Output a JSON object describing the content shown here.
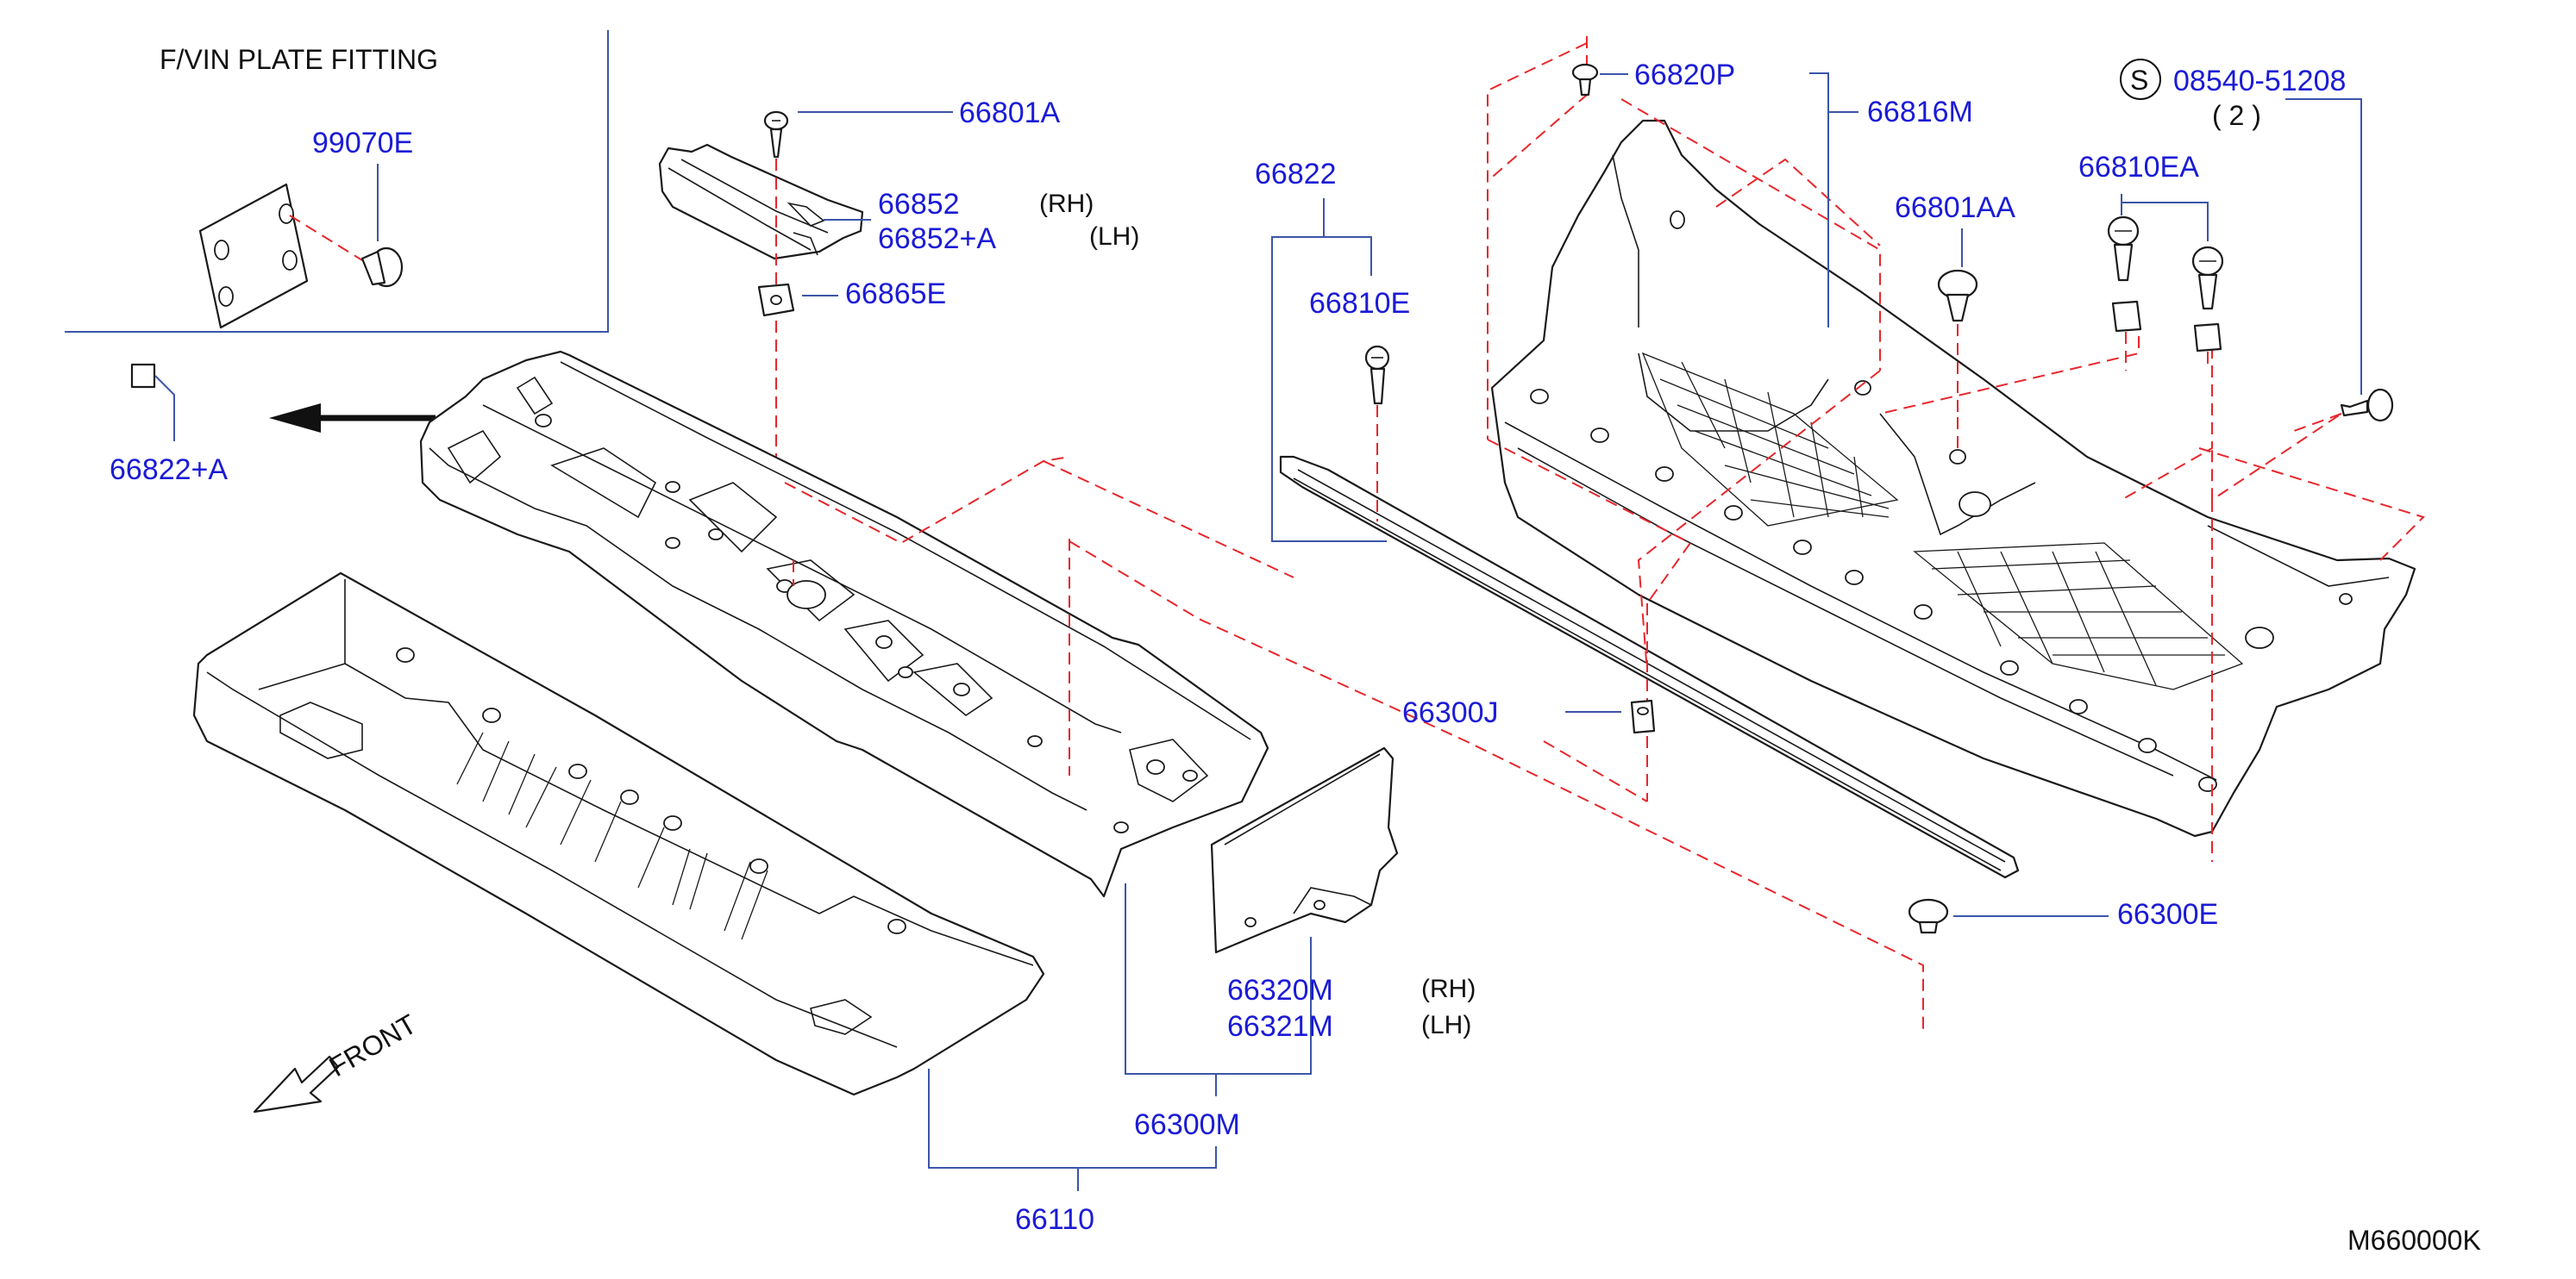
{
  "inset": {
    "title": "F/VIN   PLATE   FITTING",
    "part": "99070E"
  },
  "callouts": {
    "p66822A": "66822+A",
    "p66801A": "66801A",
    "p66852": "66852",
    "p66852A": "66852+A",
    "p66865E": "66865E",
    "p66822": "66822",
    "p66810E": "66810E",
    "p66820P": "66820P",
    "p66816M": "66816M",
    "p08540": "08540-51208",
    "qty": "(  2  )",
    "p66810EA": "66810EA",
    "p66801AA": "66801AA",
    "p66300J": "66300J",
    "p66300E": "66300E",
    "p66320M": "66320M",
    "p66321M": "66321M",
    "p66300M": "66300M",
    "p66110": "66110"
  },
  "side_labels": {
    "rh1": "(RH)",
    "lh1": "(LH)",
    "rh2": "(RH)",
    "lh2": "(LH)"
  },
  "symbol_s": "S",
  "front_label": "FRONT",
  "diagram_code": "M660000K"
}
